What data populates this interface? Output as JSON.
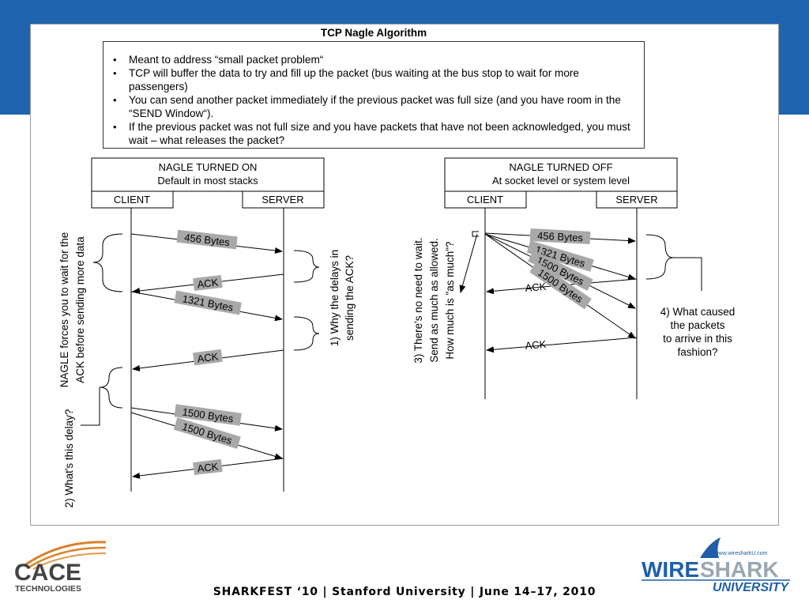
{
  "title": "TCP Nagle Algorithm",
  "bullets": [
    "Meant to address “small packet problem“",
    "TCP will buffer the data to try and fill up the packet (bus waiting at the bus stop to wait for more passengers)",
    "You can send  another packet immediately if the previous packet was full size (and you have room in the “SEND Window“).",
    "If the previous packet was not full size and you have packets that have not been acknowledged, you must wait – what releases the packet?"
  ],
  "left": {
    "header_line1": "NAGLE TURNED ON",
    "header_line2": "Default in most stacks",
    "client": "CLIENT",
    "server": "SERVER",
    "packets": [
      "456 Bytes",
      "ACK",
      "1321 Bytes",
      "ACK",
      "1500 Bytes",
      "1500 Bytes",
      "ACK"
    ],
    "side_note_line1": "NAGLE forces you to wait for the",
    "side_note_line2": "ACK before sending more data",
    "q1_line1": "1)  Why the delays in",
    "q1_line2": "sending the ACK?",
    "q2": "2) What's this delay?"
  },
  "right": {
    "header_line1": "NAGLE TURNED OFF",
    "header_line2": "At socket level or system level",
    "client": "CLIENT",
    "server": "SERVER",
    "packets": [
      "456 Bytes",
      "1321 Bytes",
      "1500 Bytes",
      "1500 Bytes",
      "ACK",
      "ACK"
    ],
    "q3_line1": "3) There's no need to wait.",
    "q3_line2": "Send as much as allowed.",
    "q3_line3": "How much is \"as much\"?",
    "q4_line1": "4) What caused",
    "q4_line2": "the packets",
    "q4_line3": "to arrive in this",
    "q4_line4": "fashion?"
  },
  "footer": "SHARKFEST ‘10  |  Stanford University  |  June 14–17, 2010",
  "logo_cace_line1": "CACE",
  "logo_cace_line2": "TECHNOLOGIES",
  "logo_wireshark_url": "www.wiresharkU.com",
  "logo_wireshark_word1": "WIRE",
  "logo_wireshark_word2": "SHARK",
  "logo_wireshark_word3": "UNIVERSITY",
  "colors": {
    "banner": "#1f64ae",
    "cace_orange": "#d9822b",
    "wireshark_blue": "#1f5fa8",
    "label_gray": "#a8a8a8"
  }
}
